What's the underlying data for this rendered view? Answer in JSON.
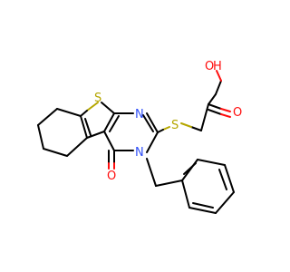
{
  "molecule": {
    "atoms": {
      "O_acid_oh": "O",
      "H_acid": "H",
      "O_acid_carbonyl": "O",
      "S_thioether": "S",
      "S_thiophene": "S",
      "N_ring_upper": "N",
      "N_ring_lower": "N",
      "O_ketone": "O"
    },
    "colors": {
      "carbon": "#000000",
      "oxygen": "#ff0d0d",
      "sulfur": "#b5a600",
      "nitrogen": "#3050f8"
    }
  }
}
